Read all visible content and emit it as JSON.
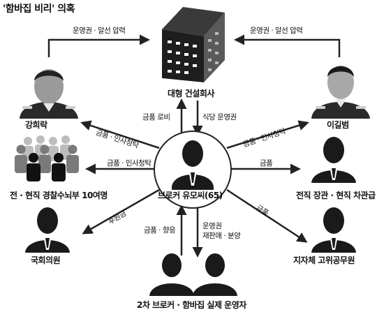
{
  "title": "'함바집 비리' 의혹",
  "nodes": {
    "building": "대형 건설회사",
    "kang": "강희락",
    "lee": "이길범",
    "police": "전 · 현직 경찰수뇌부 10여명",
    "broker": "브로커 유모씨(65)",
    "ministers": "전직 장관 · 현직 차관급",
    "assembly": "국회의원",
    "local": "지자체 고위공무원",
    "second": "2차 브로커 · 함바집 실제 운영자"
  },
  "edges": {
    "top_left": "운영권 · 알선 압력",
    "top_right": "운영권 · 알선 압력",
    "lobby": "금품 로비",
    "cafeteria": "식당 운영권",
    "to_kang": "금품 · 인사청탁",
    "to_lee": "금품 · 인사청탁",
    "to_police": "금품 · 인사청탁",
    "to_ministers": "금품",
    "to_assembly": "후원금",
    "to_local": "금품",
    "to_broker_up": "금품 · 향응",
    "to_second_1": "운영권",
    "to_second_2": "재판매 · 분양"
  }
}
